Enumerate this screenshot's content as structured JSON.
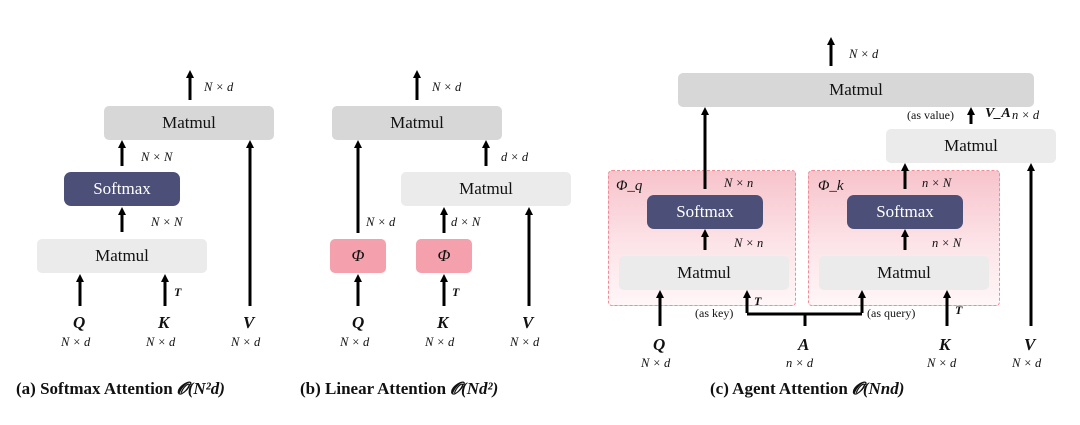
{
  "panel_a": {
    "top_dim": "N × d",
    "matmul_top": "Matmul",
    "dim_after_softmax": "N × N",
    "softmax": "Softmax",
    "dim_after_matmul": "N × N",
    "matmul_bottom": "Matmul",
    "transpose": "T",
    "inputs": [
      {
        "symbol": "Q",
        "dim": "N × d"
      },
      {
        "symbol": "K",
        "dim": "N × d"
      },
      {
        "symbol": "V",
        "dim": "N × d"
      }
    ],
    "caption_text": "(a) Softmax Attention ",
    "caption_complexity": "𝓞(N²d)"
  },
  "panel_b": {
    "top_dim": "N × d",
    "matmul_top": "Matmul",
    "dim_right": "d × d",
    "matmul_right": "Matmul",
    "dim_phi_q": "N × d",
    "dim_phi_k": "d × N",
    "phi": "Φ",
    "transpose": "T",
    "inputs": [
      {
        "symbol": "Q",
        "dim": "N × d"
      },
      {
        "symbol": "K",
        "dim": "N × d"
      },
      {
        "symbol": "V",
        "dim": "N × d"
      }
    ],
    "caption_text": "(b) Linear Attention ",
    "caption_complexity": "𝓞(Nd²)"
  },
  "panel_c": {
    "top_dim": "N × d",
    "matmul_top": "Matmul",
    "as_value": "(as value)",
    "va_symbol": "V_A",
    "va_dim": "n × d",
    "matmul_right": "Matmul",
    "phi_q": "Φ_q",
    "phi_k": "Φ_k",
    "left_softmax_out": "N × n",
    "left_matmul_out": "N × n",
    "right_softmax_out": "n × N",
    "right_matmul_out": "n × N",
    "softmax": "Softmax",
    "matmul_inner": "Matmul",
    "as_key": "(as key)",
    "as_query": "(as query)",
    "transpose": "T",
    "inputs": [
      {
        "symbol": "Q",
        "dim": "N × d"
      },
      {
        "symbol": "A",
        "dim": "n × d"
      },
      {
        "symbol": "K",
        "dim": "N × d"
      },
      {
        "symbol": "V",
        "dim": "N × d"
      }
    ],
    "caption_text": "(c) Agent Attention ",
    "caption_complexity": "𝓞(Nnd)"
  }
}
